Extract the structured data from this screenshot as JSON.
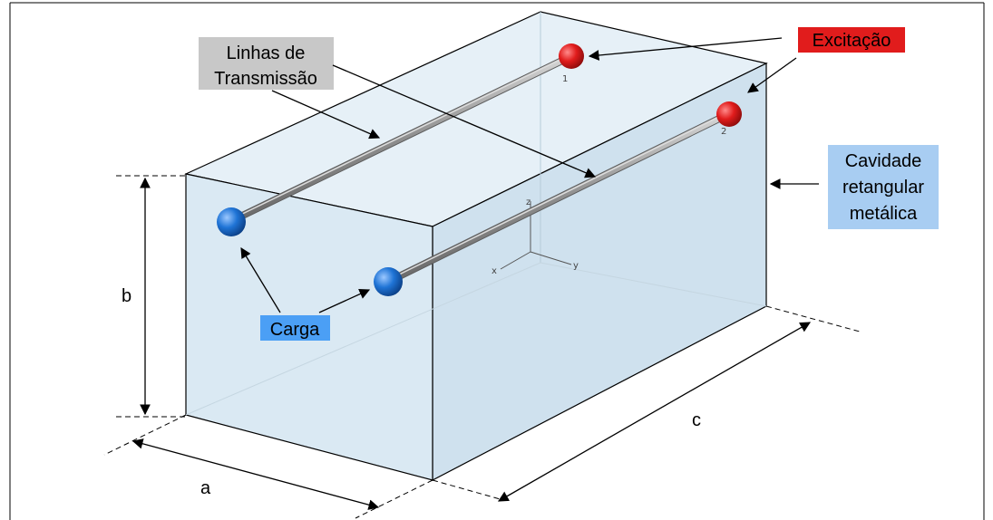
{
  "labels": {
    "linhas_line1": "Linhas de",
    "linhas_line2": "Transmissão",
    "excitacao": "Excitação",
    "cavidade_line1": "Cavidade",
    "cavidade_line2": "retangular",
    "cavidade_line3": "metálica",
    "carga": "Carga",
    "dim_a": "a",
    "dim_b": "b",
    "dim_c": "c"
  },
  "ports": {
    "port1": "1",
    "port2": "2"
  },
  "axes": {
    "x": "x",
    "y": "y",
    "z": "z"
  },
  "colors": {
    "box_fill": "#dbe9f3",
    "excitation_red": "#e11c1c",
    "load_blue": "#1f74d6",
    "linhas_bg": "#c8c8c8",
    "cavidade_bg": "#a8cdf2",
    "carga_bg": "#4b9ff5",
    "line_gray": "#9a9a9a"
  }
}
